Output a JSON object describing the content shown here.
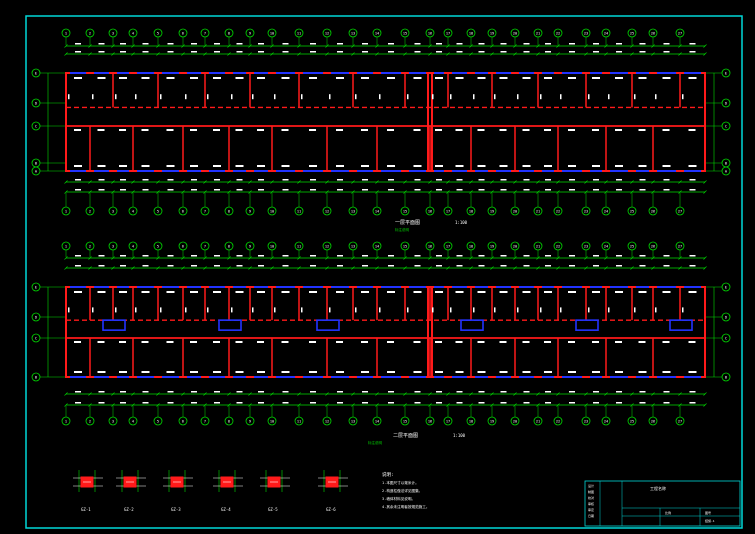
{
  "colors": {
    "background": "#000000",
    "frame": "#00d8d8",
    "dimension": "#00dd00",
    "wall": "#ff1a1a",
    "beam": "#2233ff",
    "text": "#ffffff",
    "note": "#00d000"
  },
  "plan_top": {
    "axis_labels": [
      "1",
      "2",
      "3",
      "4",
      "5",
      "6",
      "7",
      "8",
      "9",
      "10",
      "11",
      "12",
      "13",
      "14",
      "15",
      "16",
      "17",
      "18",
      "19",
      "20",
      "21",
      "22",
      "23",
      "24",
      "25",
      "26",
      "27"
    ],
    "row_labels": [
      "E",
      "D",
      "C",
      "B",
      "A"
    ],
    "title": "一层平面图",
    "subtitle": "标注说明",
    "scale": "1:100"
  },
  "plan_bottom": {
    "axis_labels": [
      "1",
      "2",
      "3",
      "4",
      "5",
      "6",
      "7",
      "8",
      "9",
      "10",
      "11",
      "12",
      "13",
      "14",
      "15",
      "16",
      "17",
      "18",
      "19",
      "20",
      "21",
      "22",
      "23",
      "24",
      "25",
      "26",
      "27"
    ],
    "row_labels": [
      "E",
      "D",
      "C",
      "B",
      "A"
    ],
    "title": "二层平面图",
    "subtitle": "标注说明",
    "scale": "1:100"
  },
  "details": [
    {
      "label": "GZ-1"
    },
    {
      "label": "GZ-2"
    },
    {
      "label": "GZ-3"
    },
    {
      "label": "GZ-4"
    },
    {
      "label": "GZ-5"
    },
    {
      "label": "GZ-6"
    }
  ],
  "notes": {
    "heading": "说明:",
    "lines": [
      "1.本图尺寸以毫米计。",
      "2.构造柱做法详见图集。",
      "3.墙体材料见说明。",
      "4.其余未注明者按规范施工。"
    ]
  },
  "title_block": {
    "project": "工程名称",
    "rows": [
      "设计",
      "制图",
      "校对",
      "审核",
      "审定",
      "日期",
      "比例",
      "图号"
    ],
    "drawing_no": "结施-1"
  }
}
